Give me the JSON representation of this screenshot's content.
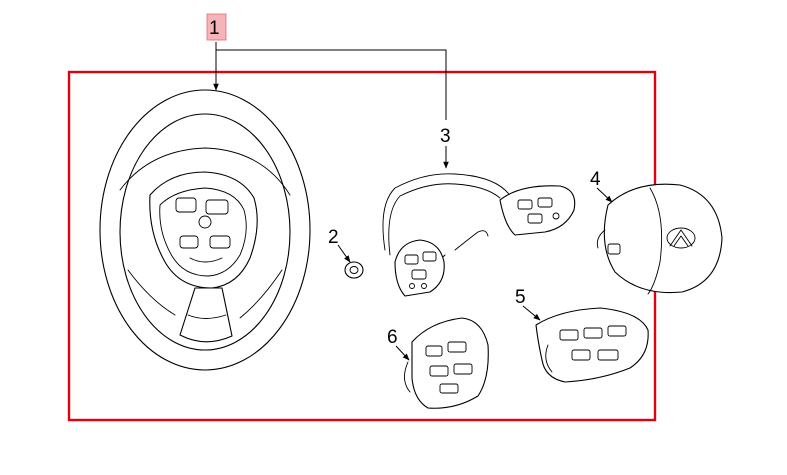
{
  "callouts": {
    "c1": "1",
    "c2": "2",
    "c3": "3",
    "c4": "4",
    "c5": "5",
    "c6": "6"
  },
  "highlighted_callout": "1",
  "colors": {
    "frame": "#e0000f",
    "highlight": "#f5b5b8",
    "line": "#000000"
  },
  "icons": {
    "steering_wheel": "steering-wheel-icon",
    "emblem": "infiniti-emblem-icon"
  }
}
